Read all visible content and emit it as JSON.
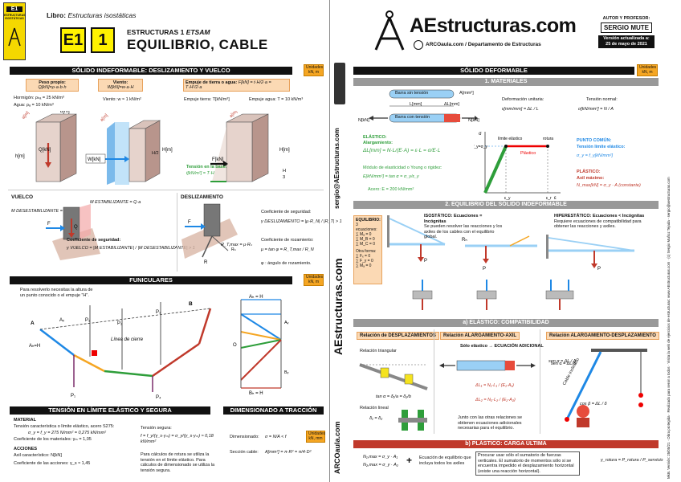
{
  "header": {
    "libro_label": "Libro:",
    "libro_title": "Estructuras isostáticas",
    "code_e": "E1",
    "code_n": "1",
    "subject": "ESTRUCTURAS 1",
    "subject_tag": "ETSAM",
    "title": "EQUILIBRIO, CABLE",
    "brand": "AEstructuras.com",
    "sub_brand": "ARCOaula.com / Departamento de Estructuras",
    "author_label": "AUTOR Y PROFESOR:",
    "author": "SERGIO MUTE",
    "updated_label": "Versión actualizada a:",
    "updated_date": "25 de mayo de 2021",
    "book_cover_lines": [
      "E1",
      "ESTRUCTURAS",
      "ISOSTÁTICAS"
    ]
  },
  "left": {
    "section1": {
      "title": "SÓLIDO INDEFORMABLE: DESLIZAMIENTO Y VUELCO",
      "units": "Unidades kN, m",
      "peso_label": "Peso propio:",
      "peso_formula": "Q[kN]=ρ·a·b·h",
      "hormigon": "Hormigón: ρₕₐ = 25 kN/m³",
      "agua": "Agua: ρₐ = 10 kN/m³",
      "viento_label": "Viento:",
      "viento_formula": "W[kN]=w·a·H",
      "viento_val": "Viento: w ≈ 1 kN/m²",
      "empuje_label": "Empuje de tierra o agua:",
      "empuje_formula": "F[kN] = t·H/2·a = T·H²/2·a",
      "empuje_tierra": "Empuje tierra: T[kN/m³]",
      "empuje_agua": "Empuje agua: T = 10 kN/m³",
      "tension_base": "Tensión en la base:",
      "tension_formula": "t[kN/m²] = T·H",
      "dims": {
        "a": "a[m]",
        "b": "b[m]",
        "h": "h[m]",
        "Q": "Q[kN]",
        "W": "W[kN]",
        "H": "H[m]",
        "H2": "H/2",
        "H3": "H/3",
        "F": "F[kN]"
      }
    },
    "vuelco": {
      "title": "VUELCO",
      "m_desest": "M DESESTABILIZANTE = F·d",
      "m_estab": "M ESTABILIZANTE = Q·a",
      "coef_label": "Coeficiente de seguridad:",
      "coef_formula": "γ VUELCO = |M ESTABILIZANTE| / |M DESESTABILIZANTE| > 1",
      "labels": {
        "F": "F",
        "Q": "Q",
        "d": "d",
        "a": "a"
      }
    },
    "deslizamiento": {
      "title": "DESLIZAMIENTO",
      "coef_label": "Coeficiente de seguridad:",
      "coef_formula": "γ DESLIZAMIENTO = |μ·R_N| / |R_T| > 1",
      "roz_label": "Coeficiente de rozamiento:",
      "roz_formula": "μ = tan φ = R_T,max / R_N",
      "phi_note": "φ : ángulo de rozamiento.",
      "labels": {
        "R": "R",
        "RN": "Rₙ",
        "RT": "R_T,max = μ·Rₙ",
        "phi": "φ",
        "F": "F"
      }
    },
    "funiculares": {
      "title": "FUNICULARES",
      "units": "Unidades kN, m",
      "note": "Para resolverlo necesitas la altura de un punto conocido o el empuje \"H\".",
      "labels": {
        "A": "A",
        "B": "B",
        "Av": "Aᵥ",
        "AH": "Aₕ = H",
        "BH": "Bₕ",
        "Bv": "Bᵥ",
        "P1": "P₁",
        "P2": "P₂",
        "P3": "P₃",
        "P4": "P₄",
        "linea": "Línea de cierre",
        "alpha": "α",
        "beta": "β",
        "O": "O",
        "BHH": "Bₕ = H",
        "AHH": "Aₕ = H"
      }
    },
    "tension": {
      "title": "TENSIÓN EN LÍMITE ELÁSTICO Y SEGURA",
      "material": "MATERIAL",
      "m1": "Tensión característica o límite elástico, acero S275:",
      "m2": "σ_y = f_y = 275 N/mm² = 0,275 kN/mm²",
      "m3": "Coeficiente de los materiales: γₘ = 1,05",
      "acciones": "ACCIONES",
      "a1": "Axil característico: N[kN]",
      "a2": "Coeficiente de las acciones: γ_s ≈ 1,45",
      "segura_label": "Tensión segura:",
      "segura_formula": "f = f_y/(γ_s·γₘ) = σ_y/(γ_s·γₘ) ≈ 0,18 kN/mm²",
      "nota": "Para cálculos de rotura se utiliza la tensión en el límite elástico. Para cálculos de dimensionado se utiliza la tensión segura."
    },
    "dimensionado": {
      "title": "DIMENSIONADO A TRACCIÓN",
      "d1_label": "Dimensionado:",
      "d1_formula": "σ = N/A < f",
      "d2_label": "Sección cable:",
      "d2_formula": "A[mm²] = π·R² = π/4·D²",
      "units": "Unidades kN, mm"
    }
  },
  "middle": {
    "email": "sergio@AEstructuras.com",
    "brand_big": "AEstructuras.com",
    "arco": "ARCOaula.com"
  },
  "right": {
    "title": "SÓLIDO DEFORMABLE",
    "units": "Unidades kN, m",
    "materiales": {
      "title": "1. MATERIALES",
      "barra_sin": "Barra sin tensión",
      "barra_con": "Barra con tensión",
      "A": "A[mm²]",
      "L": "L[mm]",
      "dL": "ΔL[mm]",
      "N": "N[kN]",
      "def_label": "Deformación unitaria:",
      "def_formula": "ε[mm/mm] = ΔL / L",
      "ten_label": "Tensión normal:",
      "ten_formula": "σ[kN/mm²] = N / A",
      "elastico": "ELÁSTICO:",
      "alarg": "Alargamiento:",
      "alarg_formula": "ΔL[mm] = N·L/(E·A) = ε·L = σ/E·L",
      "young": "Módulo de elasticidad o Young o rigidez:",
      "young_formula": "E[kN/mm²] = tan α = σ_y/ε_y",
      "acero": "Acero: E = 200 kN/mm²",
      "graph": {
        "sigma": "σ",
        "eps": "ε",
        "fy": "f_y = σ_y",
        "limite": "límite elástico",
        "rotura": "rotura",
        "elastico": "Elástico",
        "plastico": "Plástico",
        "alpha": "α",
        "ey": "ε_y",
        "er": "ε_r"
      },
      "punto": "PUNTO COMÚN:",
      "punto2": "Tensión límite elástico:",
      "punto3": "σ_y = f_y[kN/mm²]",
      "plastico": "PLÁSTICO:",
      "plastico2": "Axil máximo:",
      "plastico3": "N_max[kN] = σ_y · A (constante)"
    },
    "equilibrio": {
      "title": "2. EQUILIBRIO DEL SÓLIDO INDEFORMABLE",
      "eq_label": "EQUILIBRIO:",
      "eq_sub": "3 ecuaciones:",
      "eqs": [
        "∑ Mₐ = 0",
        "∑ M_B = 0",
        "∑ M_C = 0"
      ],
      "otra": "Otra forma:",
      "eqs2": [
        "∑ Fₓ = 0",
        "∑ F_y = 0",
        "∑ Mₐ = 0"
      ],
      "iso_title": "ISOSTÁTICO: Ecuaciones = Incógnitas",
      "iso_text": "Se pueden resolver las reacciones y los axiles de los cables con el equilibrio global.",
      "hiper_title": "HIPERESTÁTICO: Ecuaciones < Incógnitas",
      "hiper_text": "Requiere ecuaciones de compatibilidad para obtener las reacciones y axiles.",
      "labels": {
        "P": "P",
        "N": "N",
        "R1": "R₁",
        "R2": "R₂",
        "Rh": "Rₕ",
        "N1": "N₁",
        "N2": "N₂",
        "alpha": "α"
      }
    },
    "compat": {
      "title": "a) ELÁSTICO: COMPATIBILIDAD",
      "c1": "Relación de DESPLAZAMIENTOS",
      "c2": "Relación ALARGAMIENTO-AXIL",
      "c3": "Relación ALARGAMIENTO-DESPLAZAMIENTO",
      "triang": "Relación triangular",
      "tan": "tan α = δ₁/a = δ₂/b",
      "lineal": "Relación lineal",
      "lineal2": "δ₁ = δ₂",
      "solo": "Sólo elástico → ECUACIÓN ADICIONAL",
      "dl1": "ΔL₁ = N₁·L₁ / (E₁·A₁)",
      "dl2": "ΔL₂ = N₂·L₂ / (E₂·A₂)",
      "junto": "Junto con las otras relaciones se obtienen ecuaciones adicionales necesarias para el equilibrio.",
      "sen": "sen α = ΔL / δ",
      "cos": "cos β = ΔL / δ",
      "cable": "Cable inclinado",
      "labels": {
        "N": "N",
        "L": "L",
        "dL": "ΔL",
        "delta": "δ",
        "A": "A",
        "Ap": "A'",
        "d1": "δ₁",
        "d2": "δ₂",
        "a": "a",
        "b": "b",
        "alpha": "α",
        "beta": "β"
      }
    },
    "plastico": {
      "title": "b) PLÁSTICO: CARGA ÚLTIMA",
      "n1": "N₁,max = σ_y · A₁",
      "n2": "N₂,max = σ_y · A₂",
      "plus": "+",
      "eq": "Ecuación de equilibrio que incluya todos los axiles",
      "sum_text": "Procurar usar sólo el sumatorio de fuerzas verticales. El sumatorio de momentos sólo si se encuentra impedido el desplazamiento horizontal (existe una reacción horizontal).",
      "gamma": "γ_rotura = P_rotura / P_servicio"
    },
    "side_text": "MkB. Versión: 25/05/21 · Obra protegida · Realizado para servir a todos · Visita la web de ejercicios de estructuras: www.AEstructuras.com · (c) Sergio Muñoz Tejada - sergio@aestructuras.com"
  },
  "colors": {
    "accent_red": "#c0392b",
    "blue": "#1e88e5",
    "green": "#2e9e3a",
    "peach": "#fbd9b4",
    "orange": "#f5a623",
    "yellow": "#fff200"
  }
}
